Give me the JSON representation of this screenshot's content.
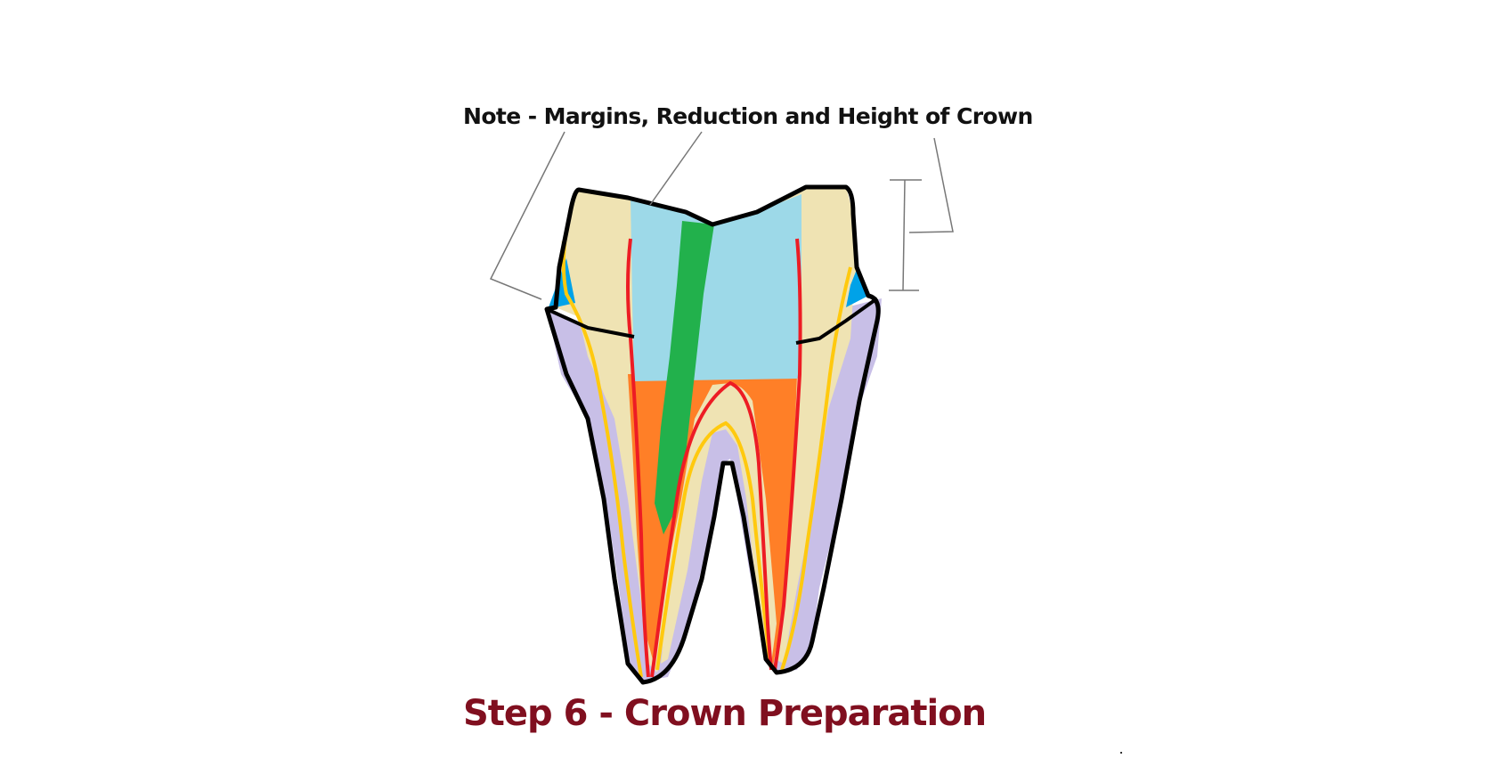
{
  "note": {
    "text": "Note - Margins, Reduction and Height of Crown"
  },
  "caption": {
    "text": "Step 6 - Crown Preparation",
    "color": "#800f1f"
  },
  "diagram": {
    "subject": "molar tooth cross-section with crown preparation",
    "regions": [
      {
        "name": "enamel-crown",
        "color": "#efe3b3"
      },
      {
        "name": "core-buildup",
        "color": "#9dd9e8"
      },
      {
        "name": "post",
        "color": "#22b14c"
      },
      {
        "name": "pulp-chamber-filling",
        "color": "#ff7f27"
      },
      {
        "name": "cementum-root",
        "color": "#c8bfe7"
      },
      {
        "name": "margin-gap",
        "color": "#00a2e8"
      },
      {
        "name": "dentin-outline",
        "color": "#ffc90e"
      },
      {
        "name": "canal-outline",
        "color": "#ed1c24"
      }
    ],
    "annotations": [
      {
        "name": "margin-leader-line"
      },
      {
        "name": "reduction-leader-line"
      },
      {
        "name": "height-leader-line"
      },
      {
        "name": "height-dimension-bracket"
      }
    ]
  }
}
